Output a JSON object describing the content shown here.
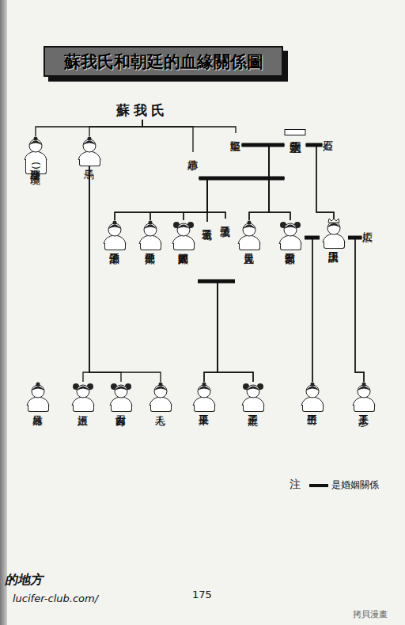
{
  "diagram": {
    "title": "蘇我氏和朝廷的血緣關係圖",
    "nodes": [
      {
        "text": [
          "蘇我氏"
        ]
      },
      {
        "text": [
          "摩理勢(境部)"
        ]
      },
      {
        "text": [
          "馬子"
        ]
      },
      {
        "text": [
          "小姉君"
        ]
      },
      {
        "text": [
          "堅塩姫"
        ]
      },
      {
        "text": [
          "欽明天皇"
        ]
      },
      {
        "text": [
          "石姫"
        ]
      },
      {
        "text": [
          "泊瀬部王子"
        ]
      },
      {
        "text": [
          "穴穂部王子"
        ]
      },
      {
        "text": [
          "穴穂部間人媛"
        ]
      },
      {
        "text": [
          "葛城王子"
        ]
      },
      {
        "text": [
          "茨城王子"
        ]
      },
      {
        "text": [
          "豊日大兄"
        ]
      },
      {
        "text": [
          "額田部女王"
        ]
      },
      {
        "text": [
          "訳語田大王"
        ]
      },
      {
        "text": [
          "広姫"
        ]
      },
      {
        "text": [
          "雄麻呂"
        ]
      },
      {
        "text": [
          "河上娘"
        ]
      },
      {
        "text": [
          "刀自古郎女"
        ]
      },
      {
        "text": [
          "毛人"
        ]
      },
      {
        "text": [
          "来目王子"
        ]
      },
      {
        "text": [
          "廐戸王子"
        ]
      },
      {
        "text": [
          "竹田王子"
        ]
      },
      {
        "text": [
          "彦人王子"
        ]
      }
    ],
    "edges": [
      {
        "from": 0,
        "to": 1,
        "arrow": "none"
      },
      {
        "from": 0,
        "to": 2,
        "arrow": "none"
      },
      {
        "from": 0,
        "to": 3,
        "arrow": "none"
      },
      {
        "from": 0,
        "to": 4,
        "arrow": "none"
      },
      {
        "from": 4,
        "to": 5,
        "arrow": "none"
      },
      {
        "from": 5,
        "to": 6,
        "arrow": "none"
      },
      {
        "from": 3,
        "to": 5,
        "arrow": "none"
      },
      {
        "from": 3,
        "to": 7,
        "arrow": "none"
      },
      {
        "from": 5,
        "to": 7,
        "arrow": "none"
      },
      {
        "from": 3,
        "to": 8,
        "arrow": "none"
      },
      {
        "from": 5,
        "to": 8,
        "arrow": "none"
      },
      {
        "from": 3,
        "to": 9,
        "arrow": "none"
      },
      {
        "from": 5,
        "to": 9,
        "arrow": "none"
      },
      {
        "from": 3,
        "to": 10,
        "arrow": "none"
      },
      {
        "from": 5,
        "to": 10,
        "arrow": "none"
      },
      {
        "from": 3,
        "to": 11,
        "arrow": "none"
      },
      {
        "from": 5,
        "to": 11,
        "arrow": "none"
      },
      {
        "from": 4,
        "to": 12,
        "arrow": "none"
      },
      {
        "from": 5,
        "to": 12,
        "arrow": "none"
      },
      {
        "from": 4,
        "to": 13,
        "arrow": "none"
      },
      {
        "from": 5,
        "to": 13,
        "arrow": "none"
      },
      {
        "from": 5,
        "to": 14,
        "arrow": "none"
      },
      {
        "from": 6,
        "to": 14,
        "arrow": "none"
      },
      {
        "from": 9,
        "to": 12,
        "arrow": "none"
      },
      {
        "from": 13,
        "to": 14,
        "arrow": "none"
      },
      {
        "from": 14,
        "to": 15,
        "arrow": "none"
      },
      {
        "from": 2,
        "to": 17,
        "arrow": "none"
      },
      {
        "from": 2,
        "to": 18,
        "arrow": "none"
      },
      {
        "from": 2,
        "to": 19,
        "arrow": "none"
      },
      {
        "from": 9,
        "to": 20,
        "arrow": "none"
      },
      {
        "from": 12,
        "to": 20,
        "arrow": "none"
      },
      {
        "from": 9,
        "to": 21,
        "arrow": "none"
      },
      {
        "from": 12,
        "to": 21,
        "arrow": "none"
      },
      {
        "from": 13,
        "to": 22,
        "arrow": "none"
      },
      {
        "from": 14,
        "to": 22,
        "arrow": "none"
      },
      {
        "from": 14,
        "to": 23,
        "arrow": "none"
      },
      {
        "from": 15,
        "to": 23,
        "arrow": "none"
      }
    ],
    "labels": [
      "注",
      "175",
      "的地方",
      "lucifer-club.com/",
      "拷貝漫畫"
    ],
    "legend": [
      {
        "text": "是婚姻關係"
      }
    ]
  }
}
